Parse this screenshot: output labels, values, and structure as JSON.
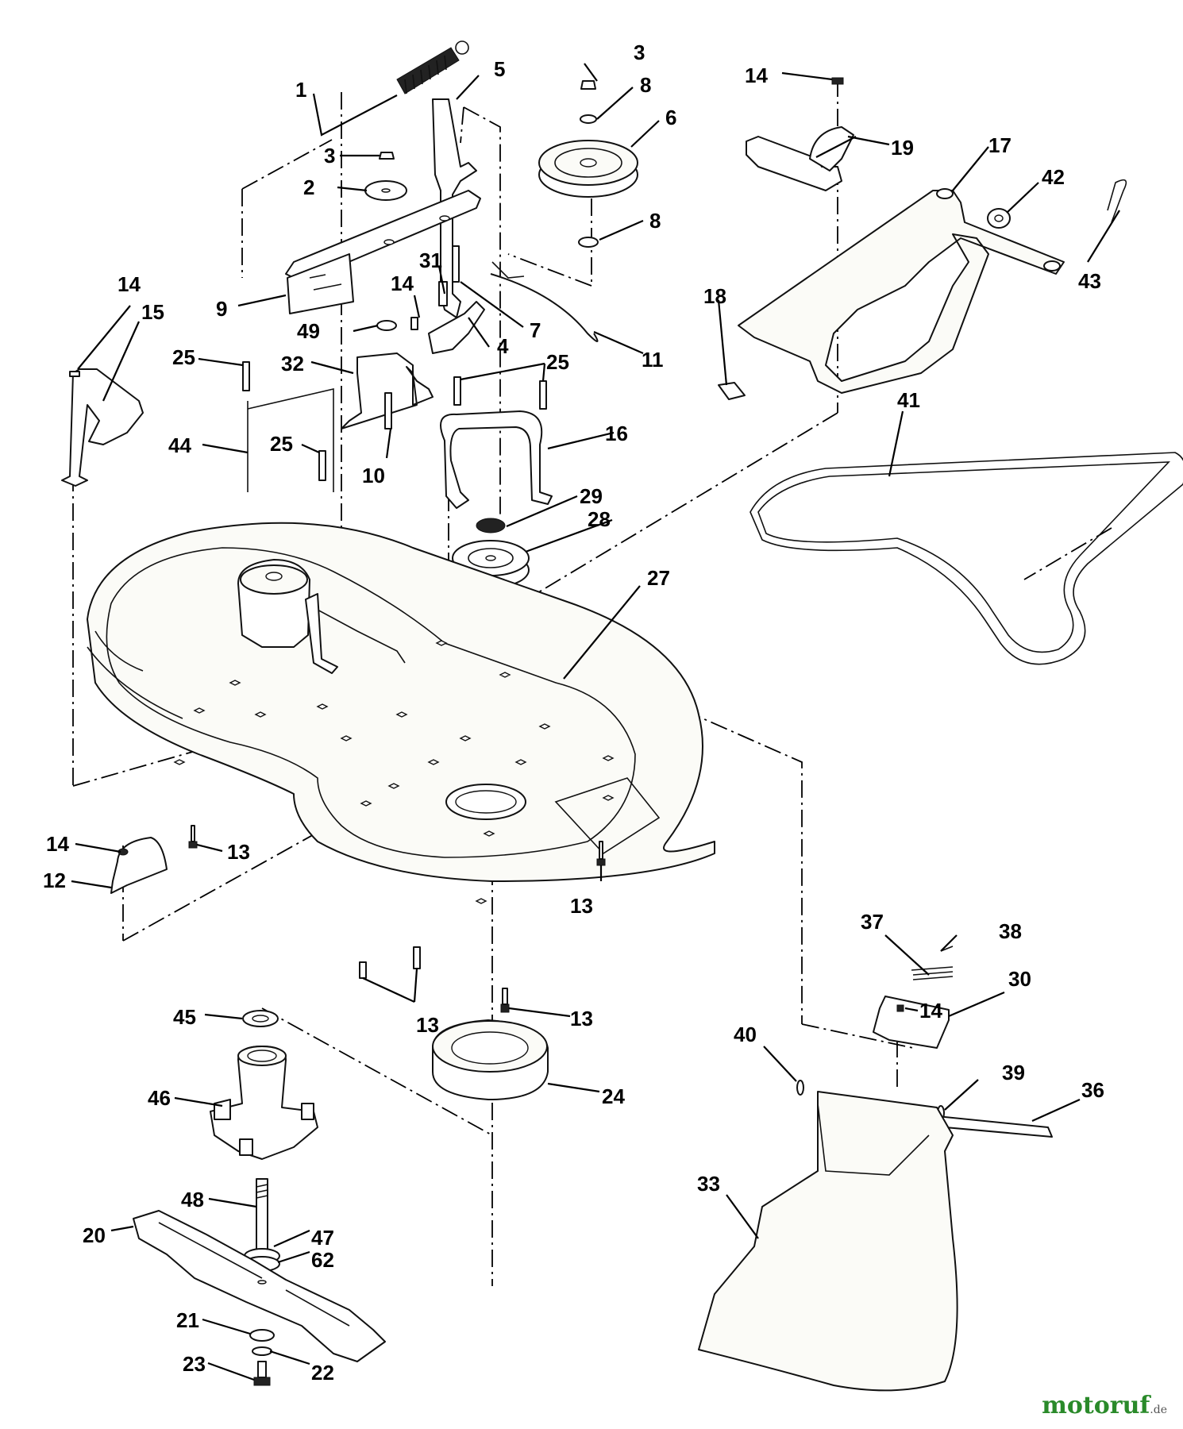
{
  "diagram": {
    "callouts": {
      "c1": "1",
      "c2": "2",
      "c3a": "3",
      "c3b": "3",
      "c4": "4",
      "c5": "5",
      "c6": "6",
      "c7": "7",
      "c8a": "8",
      "c8b": "8",
      "c9": "9",
      "c10": "10",
      "c11": "11",
      "c12": "12",
      "c13a": "13",
      "c13b": "13",
      "c13c": "13",
      "c13d": "13",
      "c14a": "14",
      "c14b": "14",
      "c14c": "14",
      "c14d": "14",
      "c14e": "14",
      "c15": "15",
      "c16": "16",
      "c17": "17",
      "c18": "18",
      "c19": "19",
      "c20": "20",
      "c21": "21",
      "c22": "22",
      "c23": "23",
      "c24": "24",
      "c25a": "25",
      "c25b": "25",
      "c25c": "25",
      "c27": "27",
      "c28": "28",
      "c29": "29",
      "c30": "30",
      "c31": "31",
      "c32": "32",
      "c33": "33",
      "c36": "36",
      "c37": "37",
      "c38": "38",
      "c39": "39",
      "c40": "40",
      "c41": "41",
      "c42": "42",
      "c43": "43",
      "c44": "44",
      "c45": "45",
      "c46": "46",
      "c47": "47",
      "c48": "48",
      "c49": "49",
      "c62": "62"
    }
  },
  "watermark": {
    "brand": "motoruf",
    "tld": ".de"
  }
}
